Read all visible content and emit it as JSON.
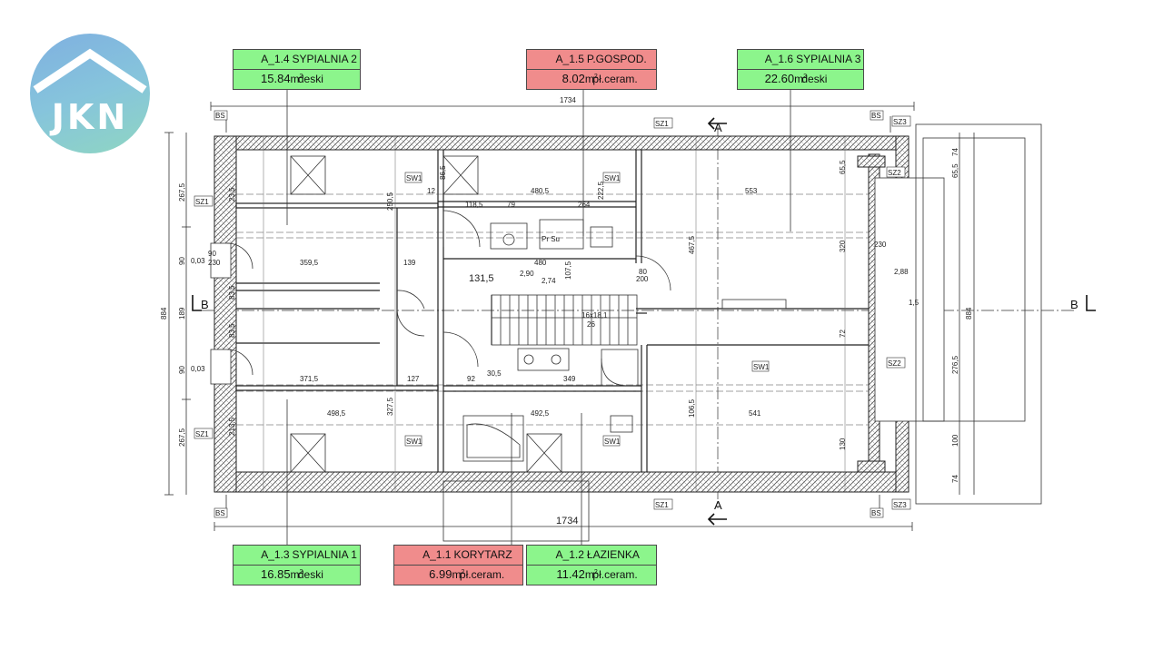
{
  "logo": {
    "text": "JKN"
  },
  "rooms": [
    {
      "id": "A_1.4",
      "name": "SYPIALNIA 2",
      "area": "15.84",
      "unit": "m",
      "floor": "deski",
      "color": "#8cf58c"
    },
    {
      "id": "A_1.5",
      "name": "P.GOSPOD.",
      "area": "8.02",
      "unit": "m",
      "floor": "pł.ceram.",
      "color": "#f08c8c"
    },
    {
      "id": "A_1.6",
      "name": "SYPIALNIA 3",
      "area": "22.60",
      "unit": "m",
      "floor": "deski",
      "color": "#8cf58c"
    },
    {
      "id": "A_1.3",
      "name": "SYPIALNIA 1",
      "area": "16.85",
      "unit": "m",
      "floor": "deski",
      "color": "#8cf58c"
    },
    {
      "id": "A_1.1",
      "name": "KORYTARZ",
      "area": "6.99",
      "unit": "m",
      "floor": "pł.ceram.",
      "color": "#f08c8c"
    },
    {
      "id": "A_1.2",
      "name": "ŁAZIENKA",
      "area": "11.42",
      "unit": "m",
      "floor": "pł.ceram.",
      "color": "#8cf58c"
    }
  ],
  "plan": {
    "overall_width": "1734",
    "overall_width_bottom": "1734",
    "overall_depth": "884",
    "sections": {
      "a_top": "A",
      "a_bottom": "A",
      "b_left": "B",
      "b_right": "B"
    },
    "tags": {
      "sz1": "SZ1",
      "sz2": "SZ2",
      "sz3": "SZ3",
      "sw1": "SW1",
      "bs": "BS",
      "pr_su": "Pr  Su",
      "stairs": "16x18,1",
      "stairs_sub": "26"
    },
    "dims": [
      "267,5",
      "267,5",
      "189",
      "90",
      "90",
      "83,5",
      "83,5",
      "23,5",
      "213,5",
      "359,5",
      "371,5",
      "498,5",
      "250,5",
      "327,5",
      "139",
      "131,5",
      "2,90",
      "2,74",
      "480,5",
      "480",
      "553",
      "541",
      "492,5",
      "349",
      "118,5",
      "79",
      "264",
      "222,5",
      "12",
      "127",
      "92",
      "30,5",
      "107,5",
      "65,5",
      "320",
      "276,5",
      "467,5",
      "106,5",
      "200",
      "80",
      "230",
      "2,88",
      "1,5",
      "74",
      "74",
      "90",
      "230",
      "86,5",
      "0,03",
      "0,03",
      "72",
      "130",
      "100",
      "65,5"
    ]
  }
}
